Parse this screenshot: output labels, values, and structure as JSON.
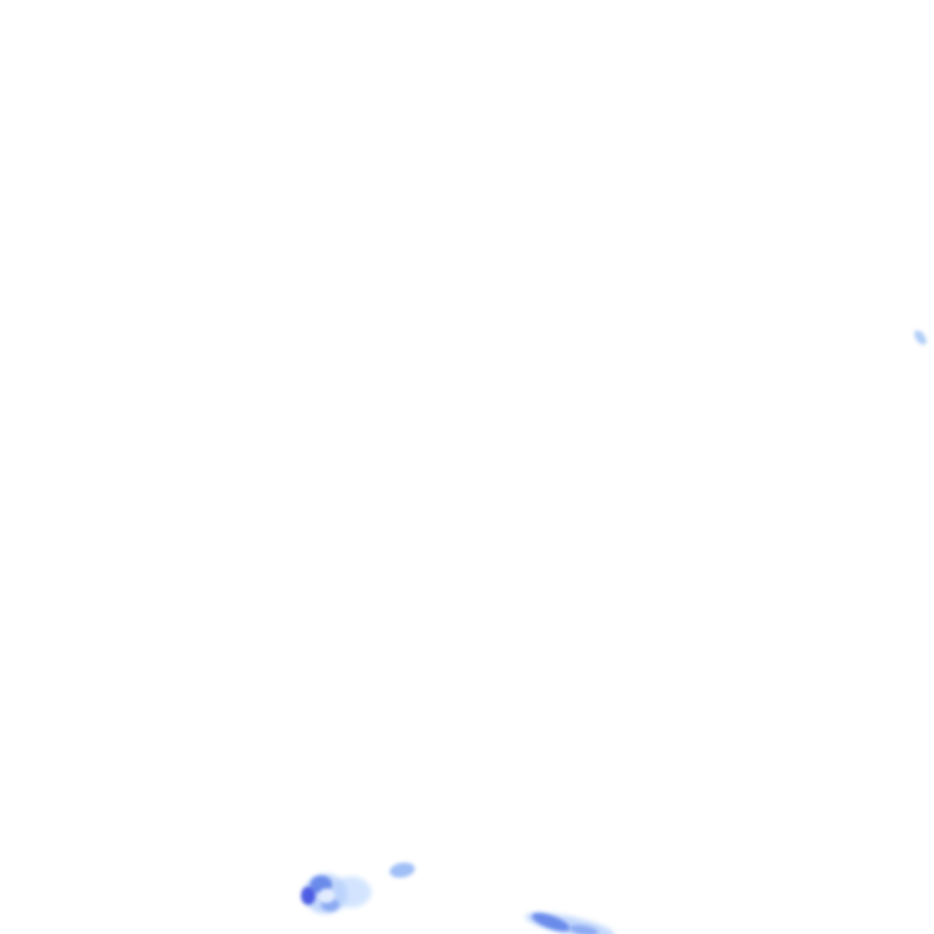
{
  "map": {
    "layer": "precipitation-radar-overlay",
    "background": "#ffffff",
    "palette": {
      "light": "#cfe2ff",
      "mid": "#8fb4f5",
      "strong": "#5b7ee8",
      "heavy": "#3f4fe0"
    },
    "echoes": [
      {
        "name": "radar-echo-east-edge",
        "intensity": "light"
      },
      {
        "name": "radar-echo-cluster-southwest",
        "intensity": "heavy"
      },
      {
        "name": "radar-echo-small-south",
        "intensity": "mid"
      },
      {
        "name": "radar-echo-band-south",
        "intensity": "strong"
      }
    ]
  }
}
